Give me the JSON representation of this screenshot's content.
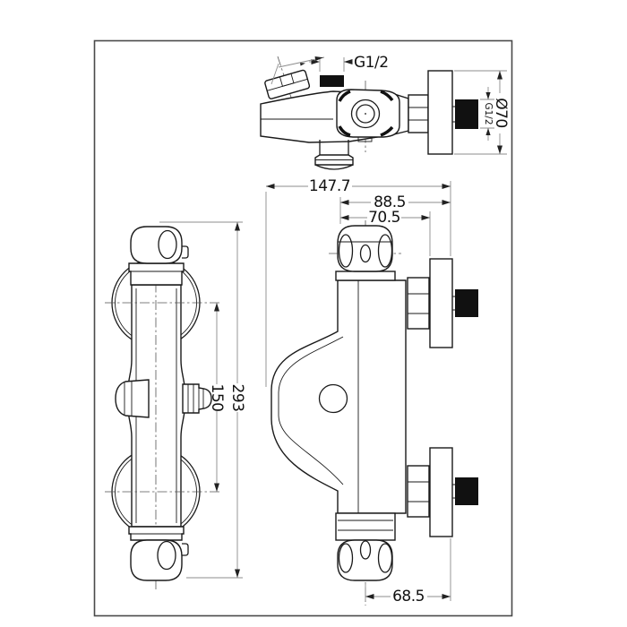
{
  "colors": {
    "background": "#ffffff",
    "frame": "#4a4a4a",
    "object_line": "#1a1a1a",
    "dimension_line": "#8c8c8c",
    "text": "#111111",
    "thread_fill": "#111111"
  },
  "views": {
    "top_view": {
      "dims": {
        "outlet_thread": "G1/2",
        "flange_diameter": "Ø70",
        "wall_thread": "G1/2"
      }
    },
    "front_view": {
      "dims": {
        "overall_height": "293",
        "inlet_spacing": "150"
      }
    },
    "side_view": {
      "dims": {
        "overall_depth": "147.7",
        "front_to_flange_back": "88.5",
        "front_to_flange_front": "70.5",
        "axis_to_flange_back": "68.5"
      }
    }
  }
}
